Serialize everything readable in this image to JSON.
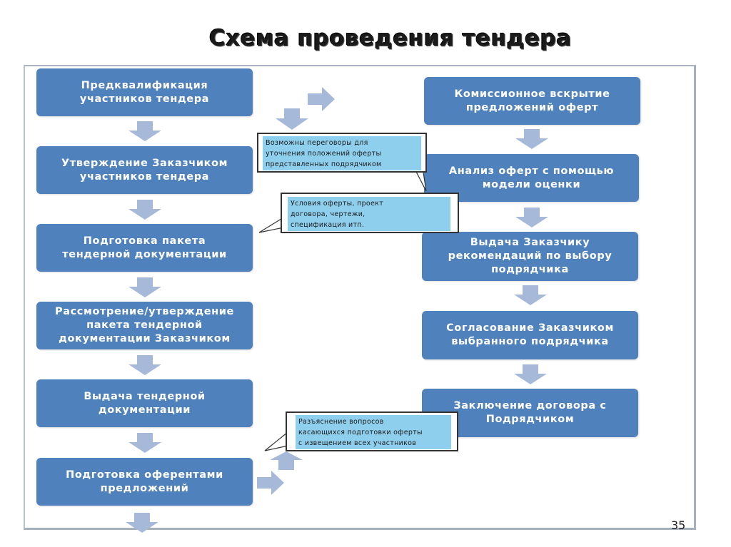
{
  "slide": {
    "title": "Схема проведения тендера",
    "page_number": "35"
  },
  "colors": {
    "step_fill": "#4f81bd",
    "arrow_fill": "#a7b9d8",
    "callout_fill": "#8fcfee",
    "frame_border": "#a6afbd"
  },
  "left_column": [
    {
      "label": "Предквалификация\nучастников тендера"
    },
    {
      "label": "Утверждение Заказчиком\nучастников тендера"
    },
    {
      "label": "Подготовка пакета\nтендерной документации"
    },
    {
      "label": "Рассмотрение/утверждение\nпакета тендерной\nдокументации Заказчиком"
    },
    {
      "label": "Выдача тендерной\nдокументации"
    },
    {
      "label": "Подготовка  оферентами\nпредложений"
    }
  ],
  "right_column": [
    {
      "label": "Комиссионное вскрытие\nпредложений оферт"
    },
    {
      "label": "Анализ оферт с помощью\nмодели оценки"
    },
    {
      "label": "Выдача Заказчику\nрекомендаций по выбору\nподрядчика"
    },
    {
      "label": "Согласование  Заказчиком\nвыбранного подрядчика"
    },
    {
      "label": "Заключение договора с\nПодрядчиком"
    }
  ],
  "callouts": [
    {
      "text": "Возможны переговоры для\nуточнения положений оферты\nпредставленных подрядчиком"
    },
    {
      "text": "Условия оферты, проект\nдоговора, чертежи,\nспецификация итп."
    },
    {
      "text": "Разъяснение вопросов\nкасающихся подготовки оферты\nс извещением всех участников"
    }
  ],
  "arrows": {
    "icon": "block-arrow-icon"
  }
}
